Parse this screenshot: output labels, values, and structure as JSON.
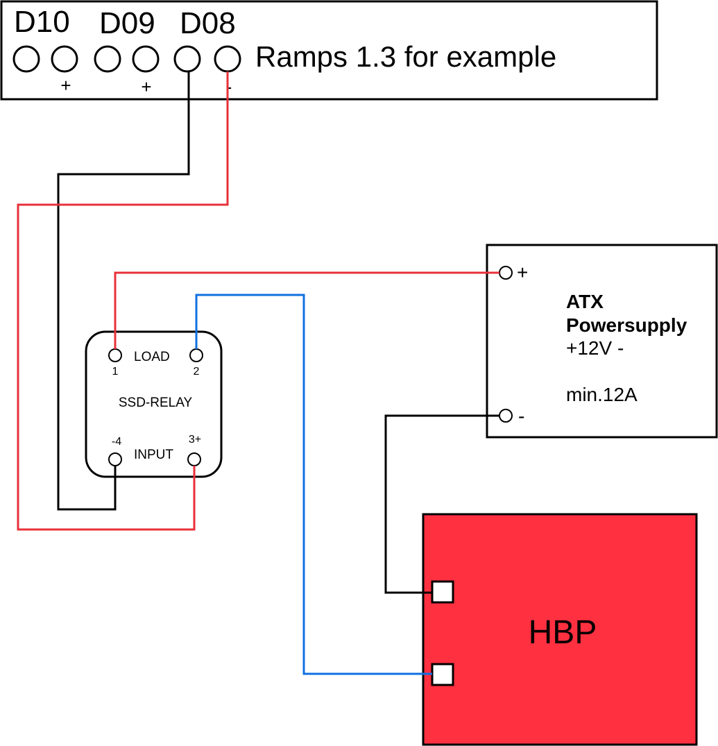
{
  "ramps": {
    "pins": [
      "D10",
      "D09",
      "D08"
    ],
    "title": "Ramps 1.3 for example",
    "polarity": [
      "+",
      "+",
      "-"
    ]
  },
  "relay": {
    "load_label": "LOAD",
    "pin1": "1",
    "pin2": "2",
    "name": "SSD-RELAY",
    "pin4": "-4",
    "input_label": "INPUT",
    "pin3": "3+"
  },
  "psu": {
    "line1": "ATX",
    "line2": "Powersupply",
    "line3": "+12V -",
    "line4": "min.12A",
    "plus": "+",
    "minus": "-"
  },
  "hbp": {
    "label": "HBP",
    "color": "#ff3040"
  },
  "wires": {
    "black": "#000000",
    "red": "#e8303a",
    "blue": "#1070e0"
  }
}
